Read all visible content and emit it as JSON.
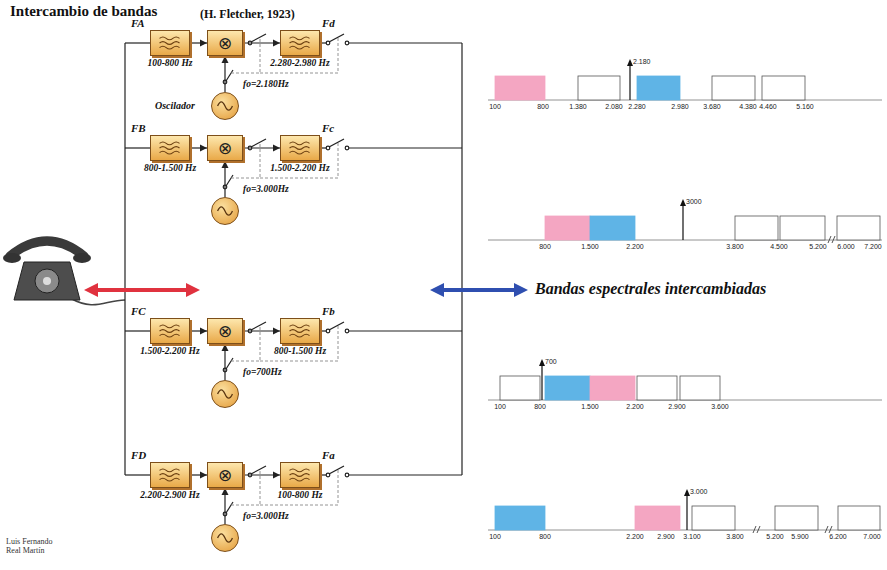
{
  "diagram": {
    "title": "Intercambio de bandas",
    "nodes": [
      {
        "text": [
          "100-800 Hz"
        ]
      },
      {
        "text": [
          "⊗"
        ]
      },
      {
        "text": [
          "2.280-2.980 Hz"
        ]
      },
      {
        "text": [
          "fo=2.180Hz"
        ]
      },
      {
        "text": [
          "800-1.500 Hz"
        ]
      },
      {
        "text": [
          "⊗"
        ]
      },
      {
        "text": [
          "1.500-2.200 Hz"
        ]
      },
      {
        "text": [
          "fo=3.000Hz"
        ]
      },
      {
        "text": [
          "1.500-2.200 Hz"
        ]
      },
      {
        "text": [
          "⊗"
        ]
      },
      {
        "text": [
          "800-1.500 Hz"
        ]
      },
      {
        "text": [
          "fo=700Hz"
        ]
      },
      {
        "text": [
          "2.200-2.900 Hz"
        ]
      },
      {
        "text": [
          "⊗"
        ]
      },
      {
        "text": [
          "100-800 Hz"
        ]
      },
      {
        "text": [
          "fo=3.000Hz"
        ]
      }
    ],
    "edges": [
      {
        "from": 0,
        "to": 1,
        "arrow": "to"
      },
      {
        "from": 3,
        "to": 1,
        "arrow": "to"
      },
      {
        "from": 1,
        "to": 2,
        "arrow": "to"
      },
      {
        "from": 4,
        "to": 5,
        "arrow": "to"
      },
      {
        "from": 7,
        "to": 5,
        "arrow": "to"
      },
      {
        "from": 5,
        "to": 6,
        "arrow": "to"
      },
      {
        "from": 8,
        "to": 9,
        "arrow": "to"
      },
      {
        "from": 11,
        "to": 9,
        "arrow": "to"
      },
      {
        "from": 9,
        "to": 10,
        "arrow": "to"
      },
      {
        "from": 12,
        "to": 13,
        "arrow": "to"
      },
      {
        "from": 15,
        "to": 13,
        "arrow": "to"
      },
      {
        "from": 13,
        "to": 14,
        "arrow": "to"
      }
    ],
    "labels": [
      "(H. Fletcher, 1923)",
      "FA",
      "Fd",
      "Oscilador",
      "FB",
      "Fc",
      "FC",
      "Fb",
      "FD",
      "Fa",
      "Bandas espectrales intercambiadas",
      "Luis Fernando Real Martín",
      "2.180",
      "100",
      "800",
      "1.380",
      "2.080",
      "2.280",
      "2.980",
      "3.680",
      "4.380",
      "4.460",
      "5.160",
      "3000",
      "800",
      "1.500",
      "2.200",
      "3.800",
      "4.500",
      "5.200",
      "6.000",
      "7.200",
      "700",
      "100",
      "800",
      "1.500",
      "2.200",
      "2.900",
      "3.600",
      "3.000",
      "100",
      "800",
      "2.200",
      "2.900",
      "3.100",
      "3.800",
      "5.200",
      "5.900",
      "6.200",
      "7.000"
    ]
  }
}
